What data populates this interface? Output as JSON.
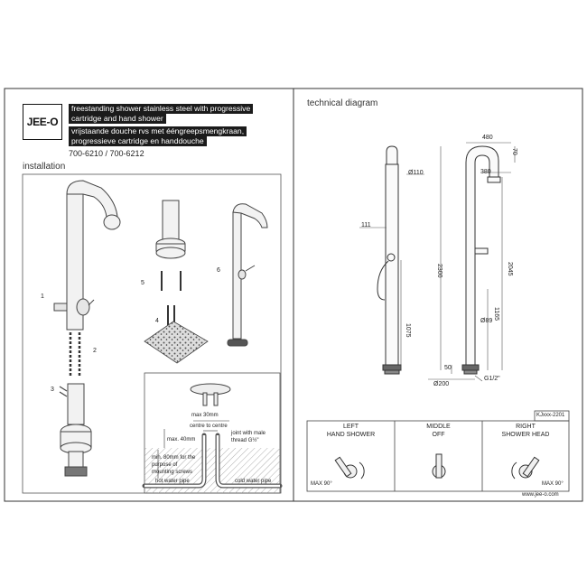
{
  "header": {
    "logo": "JEE-O",
    "title_en": "freestanding shower stainless steel with progressive cartridge and hand shower",
    "title_en_line1": "freestanding shower stainless steel with progressive",
    "title_en_line2": "cartridge and hand shower",
    "title_nl_line1": "vrijstaande douche rvs met ééngreepsmengkraan,",
    "title_nl_line2": "progressieve cartridge en handdouche",
    "article_numbers": "700-6210 / 700-6212"
  },
  "installation": {
    "heading": "installation",
    "steps": [
      "1",
      "2",
      "3",
      "4",
      "5",
      "6"
    ],
    "detail": {
      "max_30mm": "max 30mm",
      "centre_to_centre": "centre to centre",
      "joint_line1": "joint with male",
      "joint_line2": "thread",
      "joint_symbol": "G½\"",
      "max_40mm": "max. 40mm",
      "min80_line1": "min. 80mm for the",
      "min80_line2": "purpose of",
      "min80_line3": "mounting screws",
      "hot_pipe": "hot water pipe",
      "cold_pipe": "cold water pipe"
    }
  },
  "technical": {
    "heading": "technical diagram",
    "dims": {
      "d480": "480",
      "d70": "70",
      "d380": "380",
      "d110": "Ø110",
      "d111": "111",
      "d2300": "2300",
      "d2045": "2045",
      "d1075": "1075",
      "d1165": "1165",
      "d89": "Ø89",
      "d50": "50",
      "d200": "Ø200",
      "g12": "G1/2\""
    },
    "ref": "KJxxx-2201",
    "modes": [
      {
        "line1": "LEFT",
        "line2": "HAND SHOWER",
        "extra": "MAX 90°"
      },
      {
        "line1": "MIDDLE",
        "line2": "OFF",
        "extra": ""
      },
      {
        "line1": "RIGHT",
        "line2": "SHOWER HEAD",
        "extra": "MAX 90°"
      }
    ],
    "website": "www.jee-o.com"
  }
}
